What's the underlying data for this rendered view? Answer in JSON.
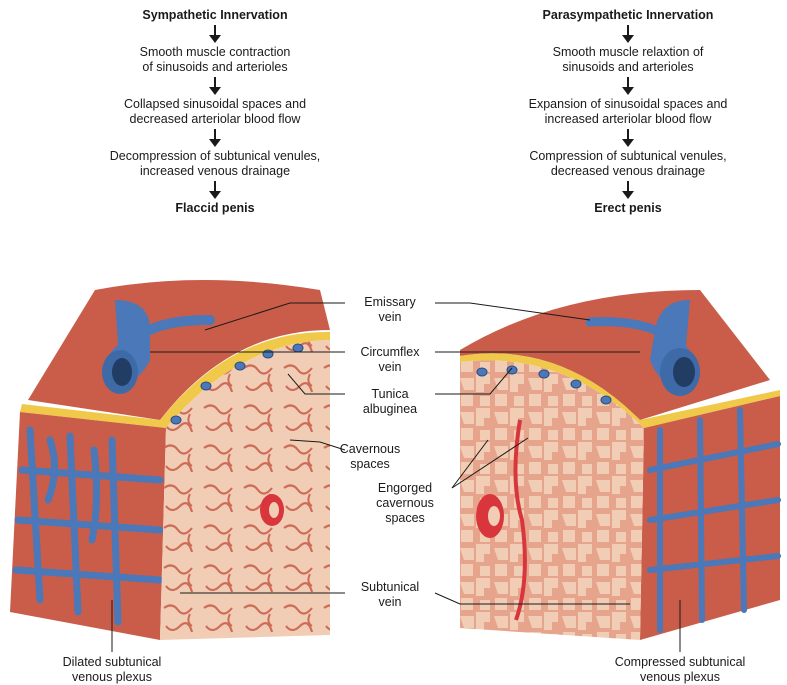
{
  "left_flow": {
    "title": "Sympathetic Innervation",
    "steps": [
      "Smooth muscle contraction",
      "of sinusoids and arterioles",
      "Collapsed sinusoidal spaces and",
      "decreased arteriolar blood flow",
      "Decompression of subtunical venules,",
      "increased venous drainage"
    ],
    "result": "Flaccid penis"
  },
  "right_flow": {
    "title": "Parasympathetic Innervation",
    "steps": [
      "Smooth muscle relaxtion of",
      "sinusoids and arterioles",
      "Expansion of sinusoidal spaces and",
      "increased arteriolar blood flow",
      "Compression of subtunical venules,",
      "decreased venous drainage"
    ],
    "result": "Erect penis"
  },
  "labels": {
    "emissary": [
      "Emissary",
      "vein"
    ],
    "circumflex": [
      "Circumflex",
      "vein"
    ],
    "tunica": [
      "Tunica",
      "albuginea"
    ],
    "cavernous": [
      "Cavernous",
      "spaces"
    ],
    "engorged": [
      "Engorged",
      "cavernous",
      "spaces"
    ],
    "subtunical": [
      "Subtunical",
      "vein"
    ],
    "dilated": [
      "Dilated subtunical",
      "venous plexus"
    ],
    "compressed": [
      "Compressed subtunical",
      "venous plexus"
    ]
  },
  "colors": {
    "vein": "#4a78b8",
    "tissue": "#c95d4a",
    "tissue_light": "#e7a48c",
    "section": "#f2cdb6",
    "tunica": "#f0c94a",
    "artery": "#d8363c"
  }
}
